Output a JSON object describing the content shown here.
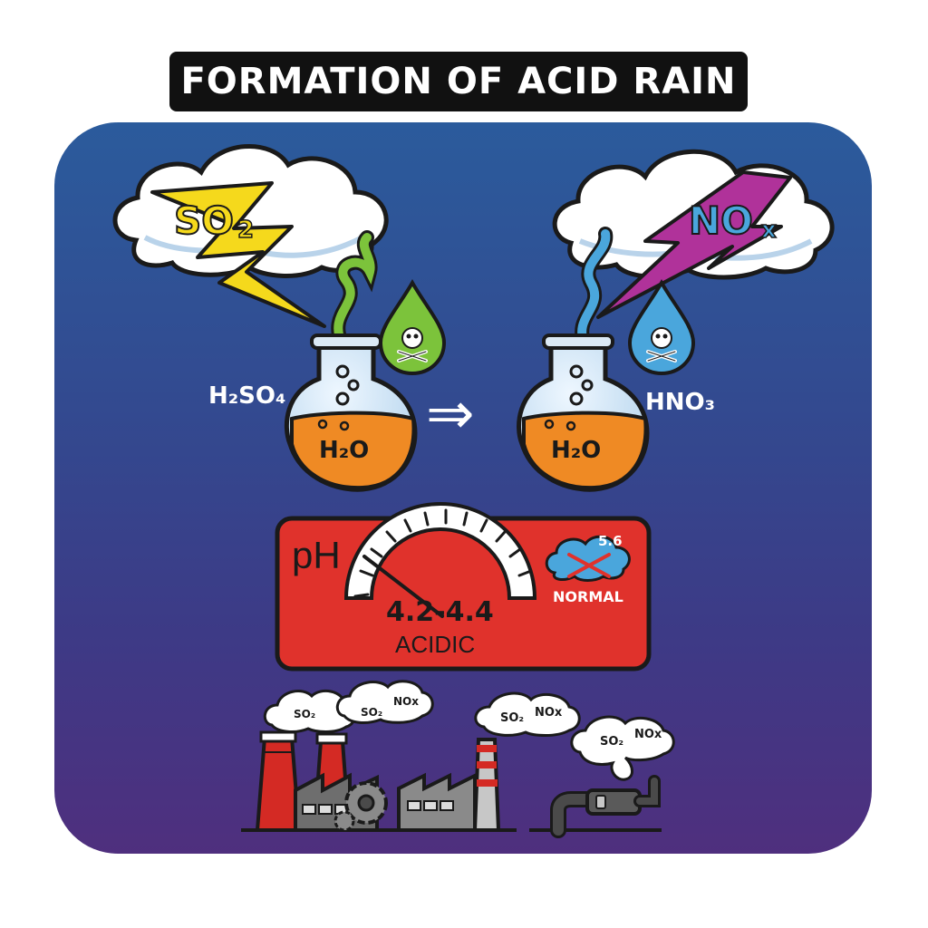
{
  "title": "FORMATION OF ACID RAIN",
  "left_reaction": {
    "gas_label": "SO",
    "gas_subscript": "2",
    "acid_label": "H₂SO₄",
    "flask_label": "H₂O"
  },
  "right_reaction": {
    "gas_label": "NO",
    "gas_subscript": "x",
    "acid_label": "HNO₃",
    "flask_label": "H₂O"
  },
  "arrow_symbol": "⇒",
  "ph_meter": {
    "label": "pH",
    "range": "4.2-4.4",
    "status": "ACIDIC",
    "normal_value": "5.6",
    "normal_label": "NORMAL"
  },
  "emission_clouds": [
    {
      "so2": "SO₂"
    },
    {
      "so2": "SO₂",
      "nox": "NOx"
    },
    {
      "so2": "SO₂",
      "nox": "NOx"
    },
    {
      "so2": "SO₂",
      "nox": "NOx"
    }
  ],
  "colors": {
    "panel_top": "#2b5b9c",
    "panel_bottom": "#4f2f7e",
    "so2_bolt": "#f5d91c",
    "nox_bolt": "#b0329a",
    "flask_liquid": "#ef8a24",
    "ph_panel": "#e0322c",
    "green_drop": "#7cc33b",
    "blue_drop": "#4aa6dc",
    "chimney_red": "#d42a24"
  },
  "icons": [
    "cloud-icon",
    "lightning-bolt-icon",
    "poison-drop-icon",
    "flask-icon",
    "arrow-icon",
    "ph-gauge-icon",
    "sad-cloud-icon",
    "factory-icon",
    "gear-icon",
    "exhaust-pipe-icon"
  ]
}
